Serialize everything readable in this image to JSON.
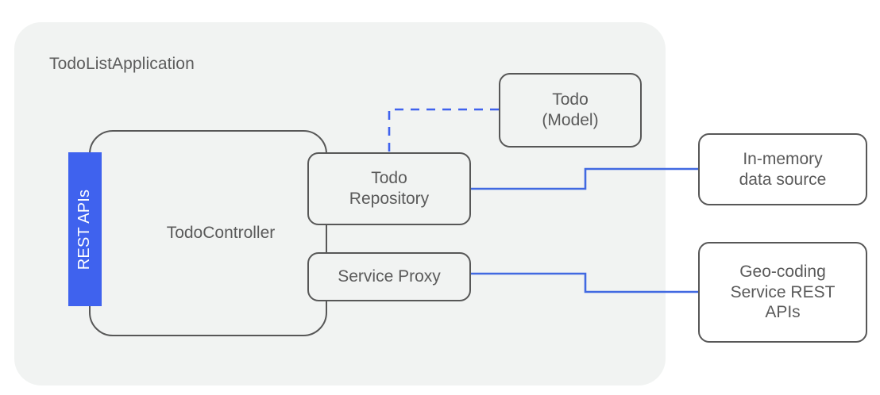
{
  "diagram": {
    "title": "TodoListApplication",
    "colors": {
      "panel_fill": "#f1f3f2",
      "node_stroke": "#575757",
      "node_text": "#5a5a5a",
      "accent_blue": "#3f62ee",
      "connector_blue": "#4169e1",
      "page_background": "#ffffff"
    },
    "container": {
      "name": "TodoListApplication",
      "label": "TodoListApplication"
    },
    "ports": [
      {
        "id": "rest-apis",
        "label": "REST APIs",
        "orientation": "vertical",
        "color": "#3f62ee",
        "text_color": "#ffffff"
      }
    ],
    "nodes": [
      {
        "id": "todo-controller",
        "label": "TodoController",
        "inside_container": true
      },
      {
        "id": "todo-repository",
        "label": "Todo\nRepository",
        "inside_container": true
      },
      {
        "id": "service-proxy",
        "label": "Service Proxy",
        "inside_container": true
      },
      {
        "id": "todo-model",
        "label": "Todo\n(Model)",
        "inside_container": true
      },
      {
        "id": "in-memory-data-source",
        "label": "In-memory\ndata source",
        "inside_container": false
      },
      {
        "id": "geocoding-service",
        "label": "Geo-coding\nService REST\nAPIs",
        "inside_container": false
      }
    ],
    "connections": [
      {
        "id": "repo-to-model",
        "from": "todo-repository",
        "to": "todo-model",
        "style": "dashed",
        "color": "#3f62ee"
      },
      {
        "id": "repo-to-in-memory",
        "from": "todo-repository",
        "to": "in-memory-data-source",
        "style": "solid",
        "color": "#4169e1"
      },
      {
        "id": "proxy-to-geocoding",
        "from": "service-proxy",
        "to": "geocoding-service",
        "style": "solid",
        "color": "#4169e1"
      },
      {
        "id": "repo-to-proxy",
        "from": "todo-repository",
        "to": "service-proxy",
        "style": "solid",
        "color": "#575757"
      }
    ]
  }
}
